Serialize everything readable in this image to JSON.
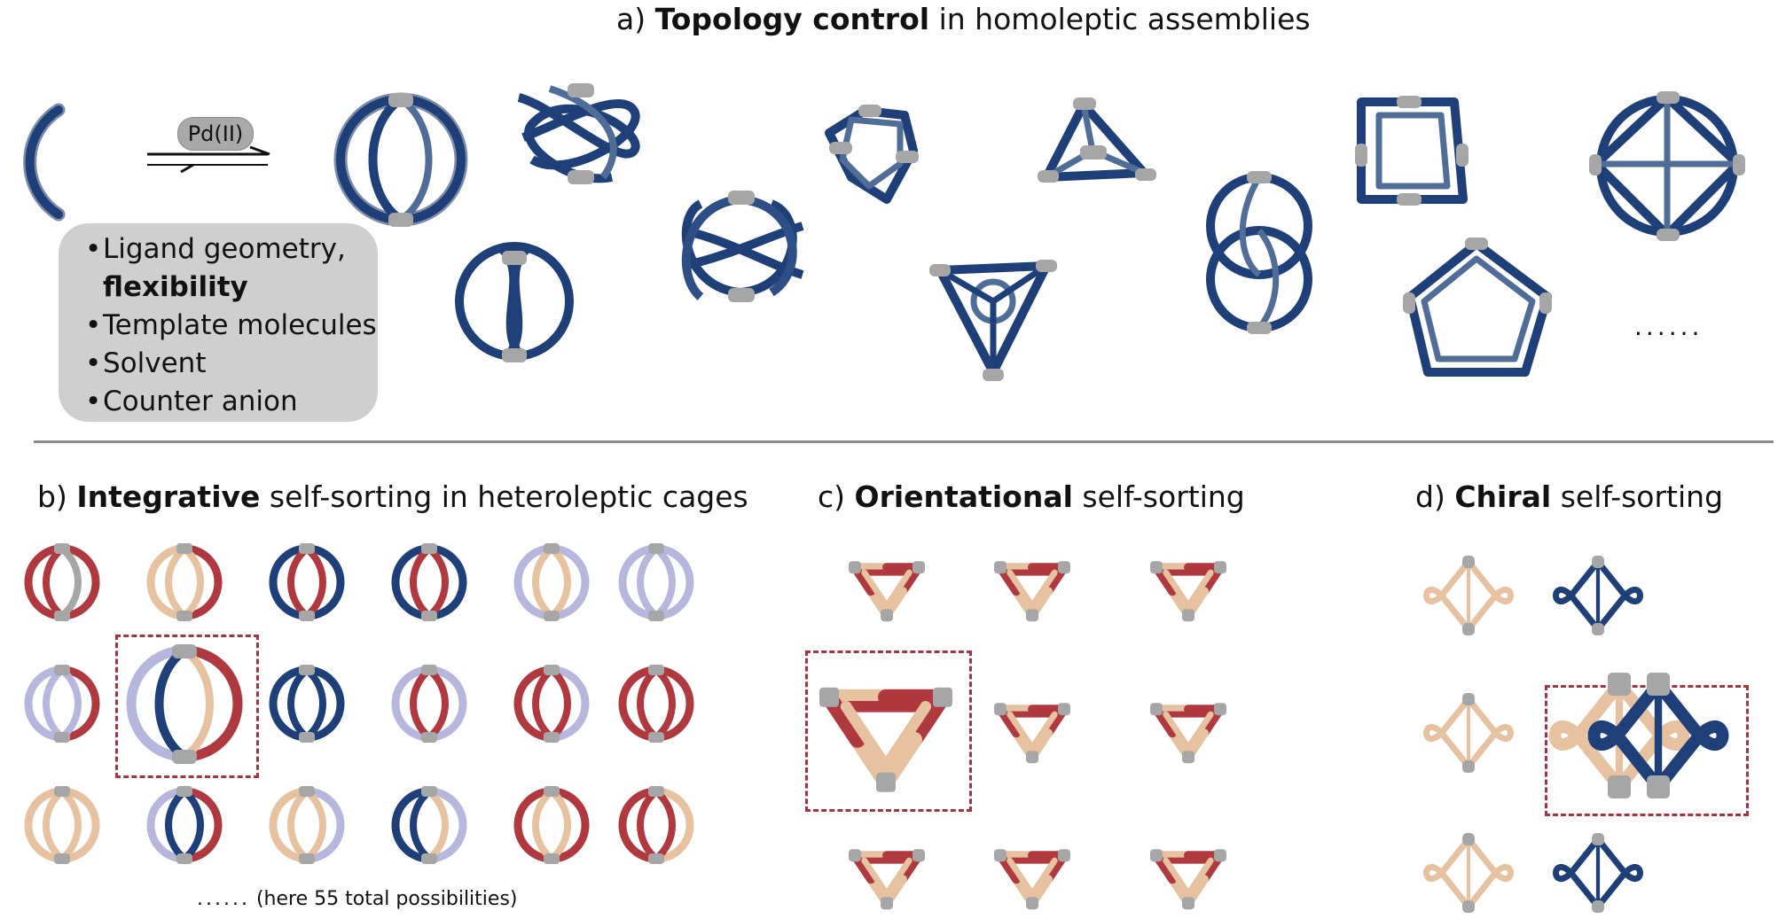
{
  "panel_a": {
    "prefix": "a)",
    "bold": "Topology control",
    "rest": "in homoleptic assemblies",
    "reagent": "Pd(II)",
    "conditions": [
      {
        "text": "Ligand geometry,",
        "bold": ""
      },
      {
        "text": "",
        "bold": "flexibility",
        "indent": true
      },
      {
        "text": "Template molecules",
        "bold": ""
      },
      {
        "text": "Solvent",
        "bold": ""
      },
      {
        "text": "Counter anion",
        "bold": ""
      }
    ],
    "ellipsis": "......"
  },
  "panel_b": {
    "prefix": "b)",
    "bold": "Integrative",
    "rest": "self-sorting in heteroleptic cages",
    "footnote": "(here 55 total possibilities)",
    "ellipsis": "......"
  },
  "panel_c": {
    "prefix": "c)",
    "bold": "Orientational",
    "rest": "self-sorting"
  },
  "panel_d": {
    "prefix": "d)",
    "bold": "Chiral",
    "rest": "self-sorting"
  },
  "colors": {
    "blue": "#1f3f78",
    "blue_outline": "#7c8ca8",
    "red": "#b0383f",
    "tan": "#e6c2a1",
    "lavender": "#b7b7dd",
    "grey": "#a6a6a6",
    "highlight": "#a63440"
  },
  "cage_grid_b": [
    [
      "red",
      "red",
      "grey",
      "red"
    ],
    [
      "tan",
      "tan",
      "tan",
      "red"
    ],
    [
      "blue",
      "red",
      "red",
      "blue"
    ],
    [
      "blue",
      "red",
      "red",
      "blue"
    ],
    [
      "lavender",
      "tan",
      "tan",
      "lavender"
    ],
    [
      "lavender",
      "lavender",
      "lavender",
      "lavender"
    ],
    [
      "lavender",
      "lavender",
      "lavender",
      "red"
    ],
    [
      "lavender",
      "blue",
      "tan",
      "red"
    ],
    [
      "blue",
      "blue",
      "blue",
      "blue"
    ],
    [
      "lavender",
      "red",
      "red",
      "lavender"
    ],
    [
      "red",
      "red",
      "red",
      "lavender"
    ],
    [
      "red",
      "red",
      "red",
      "red"
    ],
    [
      "tan",
      "tan",
      "tan",
      "tan"
    ],
    [
      "lavender",
      "blue",
      "blue",
      "red"
    ],
    [
      "tan",
      "tan",
      "tan",
      "lavender"
    ],
    [
      "blue",
      "blue",
      "tan",
      "lavender"
    ],
    [
      "red",
      "tan",
      "tan",
      "red"
    ],
    [
      "red",
      "red",
      "red",
      "tan"
    ]
  ]
}
